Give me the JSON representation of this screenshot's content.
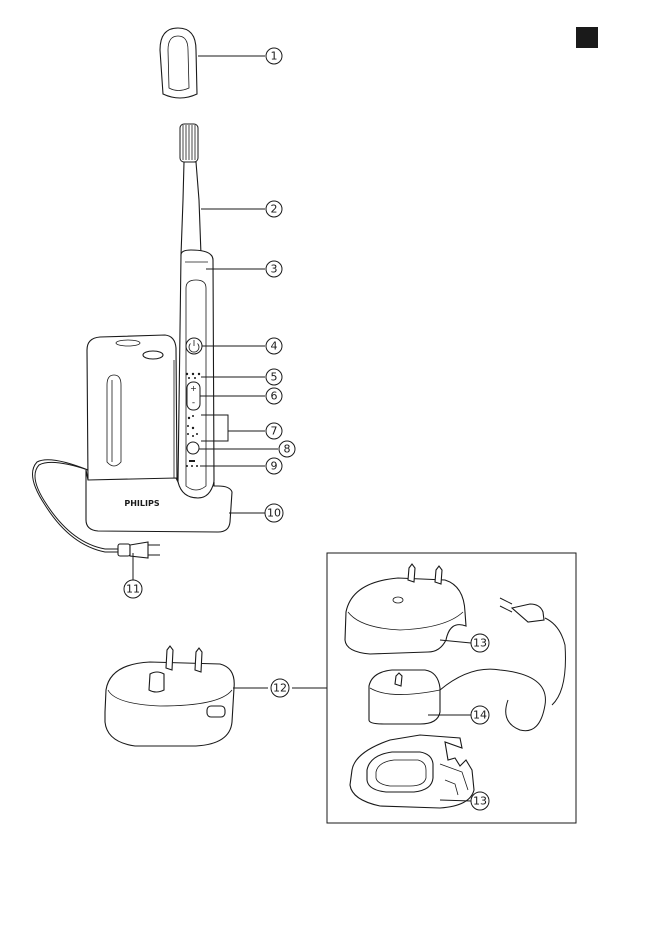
{
  "language_marker": {
    "color": "#1a1a1a"
  },
  "brand": {
    "stand_logo": "PHILIPS"
  },
  "callouts": [
    {
      "id": "1",
      "label": "1"
    },
    {
      "id": "2",
      "label": "2"
    },
    {
      "id": "3",
      "label": "3"
    },
    {
      "id": "4",
      "label": "4"
    },
    {
      "id": "5",
      "label": "5"
    },
    {
      "id": "6",
      "label": "6"
    },
    {
      "id": "7",
      "label": "7"
    },
    {
      "id": "8",
      "label": "8"
    },
    {
      "id": "9",
      "label": "9"
    },
    {
      "id": "10",
      "label": "10"
    },
    {
      "id": "11",
      "label": "11"
    },
    {
      "id": "12",
      "label": "12"
    },
    {
      "id": "13a",
      "label": "13"
    },
    {
      "id": "14",
      "label": "14"
    },
    {
      "id": "13b",
      "label": "13"
    }
  ],
  "icons": {
    "power": "power-icon",
    "plus": "+",
    "minus": "-"
  }
}
